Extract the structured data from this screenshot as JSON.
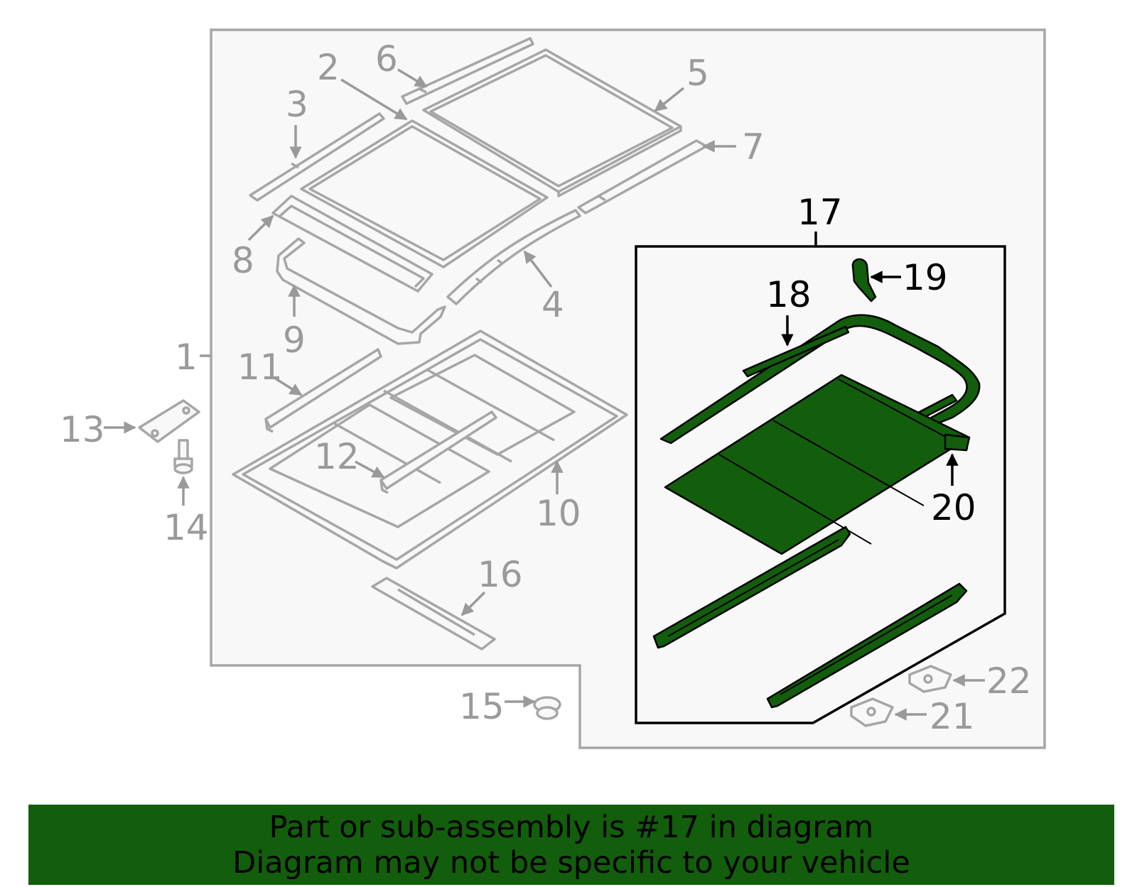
{
  "callouts": {
    "c1": "1",
    "c2": "2",
    "c3": "3",
    "c4": "4",
    "c5": "5",
    "c6": "6",
    "c7": "7",
    "c8": "8",
    "c9": "9",
    "c10": "10",
    "c11": "11",
    "c12": "12",
    "c13": "13",
    "c14": "14",
    "c15": "15",
    "c16": "16",
    "c17": "17",
    "c18": "18",
    "c19": "19",
    "c20": "20",
    "c21": "21",
    "c22": "22"
  },
  "highlight": {
    "part_number": "17",
    "color": "#135e0c"
  },
  "banner": {
    "line1": "Part or sub-assembly is #17 in diagram",
    "line2": "Diagram may not be specific to your vehicle"
  },
  "colors": {
    "outline_grey": "#a6a6a6",
    "label_grey": "#9a9a9a",
    "highlight_green": "#135e0c",
    "panel_bg": "#f8f8f8"
  }
}
